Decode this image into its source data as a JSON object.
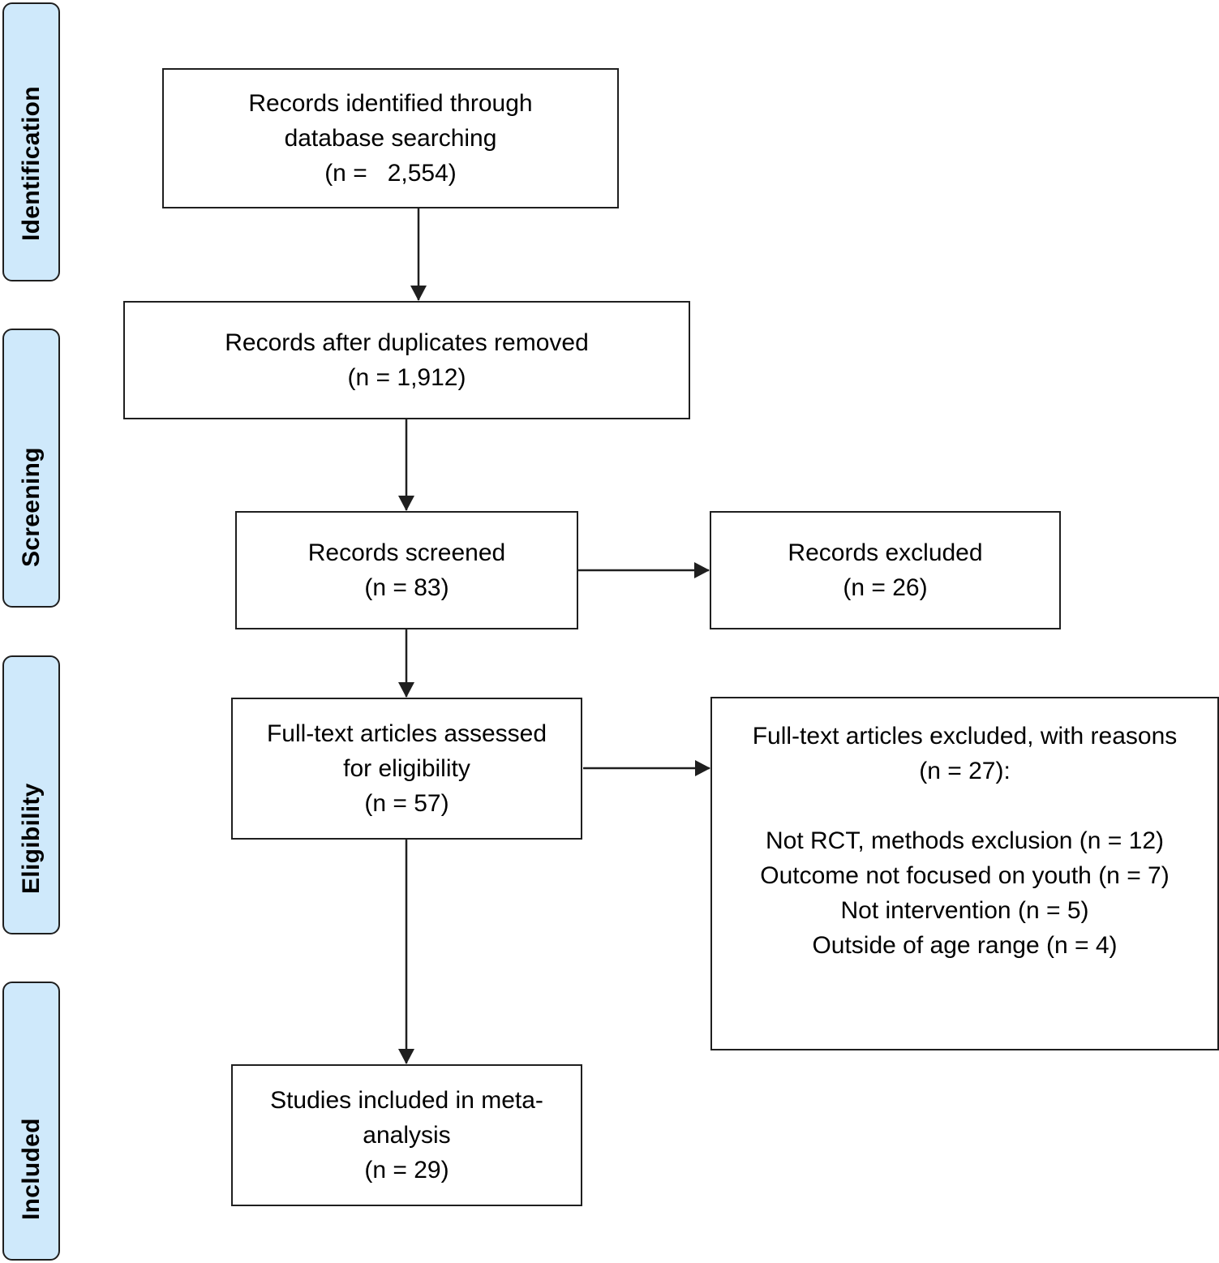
{
  "stages": {
    "identification": "Identification",
    "screening": "Screening",
    "eligibility": "Eligibility",
    "included": "Included"
  },
  "boxes": {
    "identified": {
      "lines": [
        "Records identified through",
        "database searching",
        "(n =   2,554)"
      ]
    },
    "after_duplicates": {
      "lines": [
        "Records after duplicates removed",
        "(n = 1,912)"
      ]
    },
    "screened": {
      "lines": [
        "Records screened",
        "(n = 83)"
      ]
    },
    "excluded": {
      "lines": [
        "Records excluded",
        "(n = 26)"
      ]
    },
    "fulltext_assessed": {
      "lines": [
        "Full-text articles assessed",
        "for eligibility",
        "(n = 57)"
      ]
    },
    "fulltext_excluded": {
      "lines": [
        "Full-text articles excluded, with reasons",
        "(n = 27):"
      ],
      "reasons": [
        "Not RCT, methods exclusion (n = 12)",
        "Outcome not focused on youth (n = 7)",
        "Not intervention (n = 5)",
        "Outside of age range (n = 4)"
      ]
    },
    "included": {
      "lines": [
        "Studies included in meta-",
        "analysis",
        "(n = 29)"
      ]
    }
  },
  "colors": {
    "stage_fill": "#cfe9fb",
    "stroke": "#1f1f1f"
  }
}
